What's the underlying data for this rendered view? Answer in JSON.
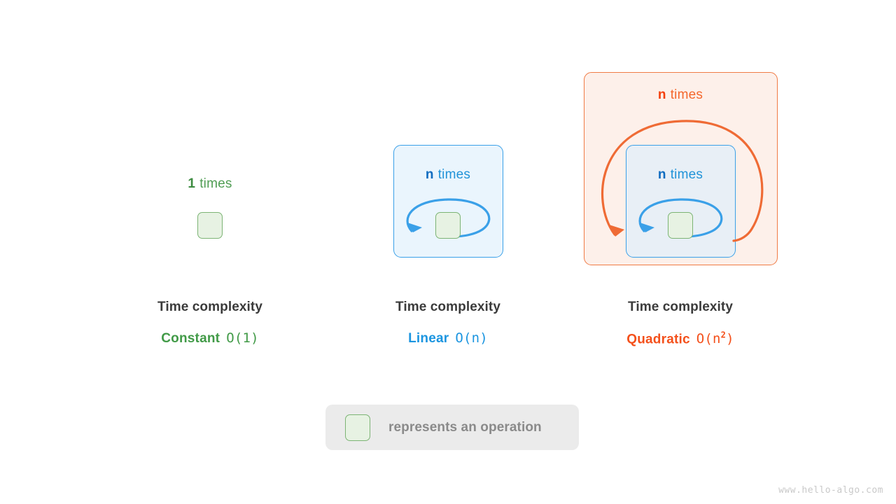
{
  "page": {
    "watermark": "www.hello-algo.com"
  },
  "legend": {
    "swatch_icon": "operation-square-icon",
    "text": "represents an operation",
    "swatch_fill": "#e7f2e3",
    "swatch_border": "#7cb474",
    "background": "#ebebeb",
    "text_color": "#8a8a8a"
  },
  "caption_title": "Time complexity",
  "columns": [
    {
      "id": "constant",
      "accent": "#419a47",
      "loop_label_count": "1",
      "loop_label_word": "times",
      "has_outer_box": false,
      "has_inner_box": false,
      "caption_title": "Time complexity",
      "complexity_name": "Constant",
      "complexity_bigo": "O(1)",
      "bigo_base": "O(1)",
      "bigo_exponent": ""
    },
    {
      "id": "linear",
      "accent": "#1b95e0",
      "loop_label_count": "n",
      "loop_label_word": "times",
      "has_outer_box": false,
      "has_inner_box": true,
      "inner_box_fill": "#eaf5fd",
      "inner_box_border": "#3aa0e8",
      "caption_title": "Time complexity",
      "complexity_name": "Linear",
      "complexity_bigo": "O(n)",
      "bigo_base": "O(n)",
      "bigo_exponent": ""
    },
    {
      "id": "quadratic",
      "accent": "#f4501b",
      "outer_label_count": "n",
      "outer_label_word": "times",
      "loop_label_count": "n",
      "loop_label_word": "times",
      "has_outer_box": true,
      "has_inner_box": true,
      "outer_box_fill": "#fdf0ea",
      "outer_box_border": "#f07b45",
      "inner_box_fill": "#e8eff6",
      "inner_box_border": "#3aa0e8",
      "caption_title": "Time complexity",
      "complexity_name": "Quadratic",
      "complexity_bigo": "O(n2)",
      "bigo_base": "O(n",
      "bigo_exponent": "2",
      "bigo_tail": ")"
    }
  ]
}
